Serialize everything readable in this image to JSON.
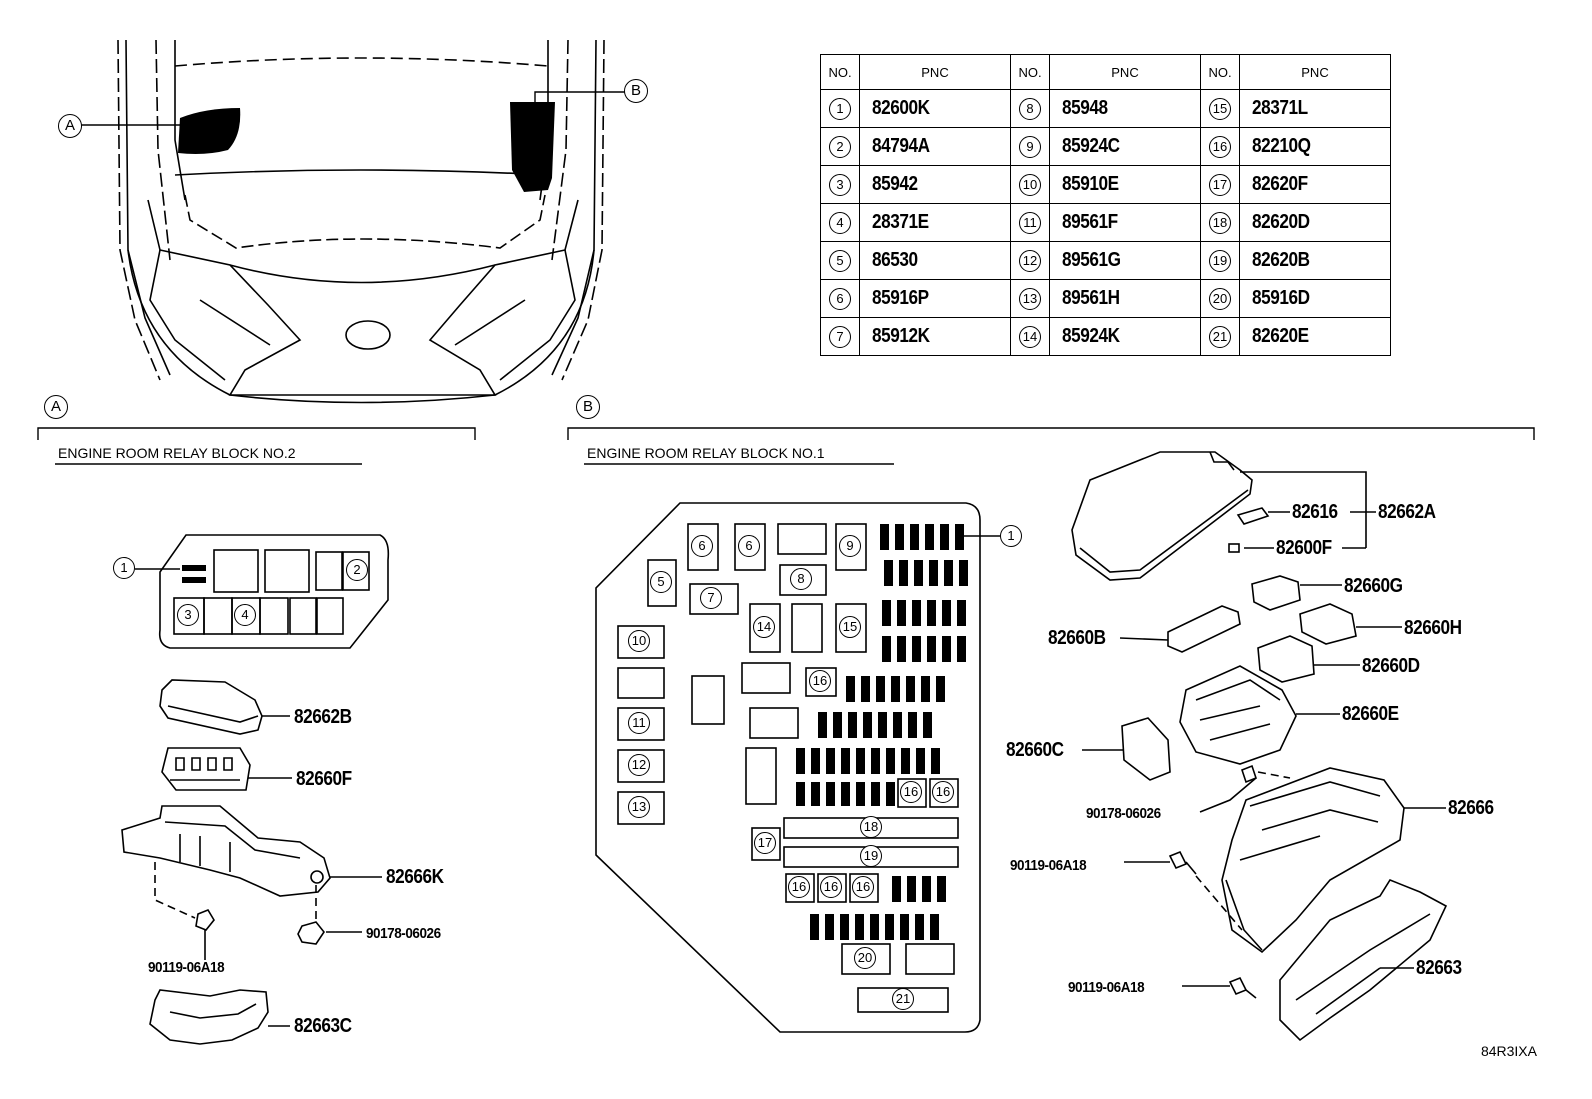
{
  "table": {
    "header": {
      "no": "NO.",
      "pnc": "PNC"
    },
    "rows": [
      [
        {
          "no": "1",
          "pnc": "82600K"
        },
        {
          "no": "8",
          "pnc": "85948"
        },
        {
          "no": "15",
          "pnc": "28371L"
        }
      ],
      [
        {
          "no": "2",
          "pnc": "84794A"
        },
        {
          "no": "9",
          "pnc": "85924C"
        },
        {
          "no": "16",
          "pnc": "82210Q"
        }
      ],
      [
        {
          "no": "3",
          "pnc": "85942"
        },
        {
          "no": "10",
          "pnc": "85910E"
        },
        {
          "no": "17",
          "pnc": "82620F"
        }
      ],
      [
        {
          "no": "4",
          "pnc": "28371E"
        },
        {
          "no": "11",
          "pnc": "89561F"
        },
        {
          "no": "18",
          "pnc": "82620D"
        }
      ],
      [
        {
          "no": "5",
          "pnc": "86530"
        },
        {
          "no": "12",
          "pnc": "89561G"
        },
        {
          "no": "19",
          "pnc": "82620B"
        }
      ],
      [
        {
          "no": "6",
          "pnc": "85916P"
        },
        {
          "no": "13",
          "pnc": "89561H"
        },
        {
          "no": "20",
          "pnc": "85916D"
        }
      ],
      [
        {
          "no": "7",
          "pnc": "85912K"
        },
        {
          "no": "14",
          "pnc": "85924K"
        },
        {
          "no": "21",
          "pnc": "82620E"
        }
      ]
    ]
  },
  "overview": {
    "marker_a": "A",
    "marker_b": "B"
  },
  "section_a": {
    "marker": "A",
    "title": "ENGINE ROOM RELAY BLOCK NO.2",
    "parts": {
      "cover": "82662B",
      "block": "82660F",
      "bracket": "82666K",
      "nut": "90178-06026",
      "bolt": "90119-06A18",
      "lower_cover": "82663C"
    },
    "layout_callouts": [
      "1",
      "2",
      "3",
      "4"
    ]
  },
  "section_b": {
    "marker": "B",
    "title": "ENGINE ROOM RELAY BLOCK NO.1",
    "parts": {
      "fuse_puller": "82616",
      "upper_cover": "82662A",
      "fuse": "82600F",
      "holder_g": "82660G",
      "holder_h": "82660H",
      "holder_b": "82660B",
      "holder_d": "82660D",
      "holder_e": "82660E",
      "holder_c": "82660C",
      "nut": "90178-06026",
      "block": "82666",
      "bolt_1": "90119-06A18",
      "bolt_2": "90119-06A18",
      "lower_cover": "82663"
    },
    "layout_callouts": [
      "1",
      "5",
      "6",
      "6",
      "7",
      "8",
      "9",
      "10",
      "11",
      "12",
      "13",
      "14",
      "15",
      "16",
      "16",
      "16",
      "16",
      "16",
      "16",
      "17",
      "18",
      "19",
      "20",
      "21"
    ]
  },
  "figure_code": "84R3IXA"
}
